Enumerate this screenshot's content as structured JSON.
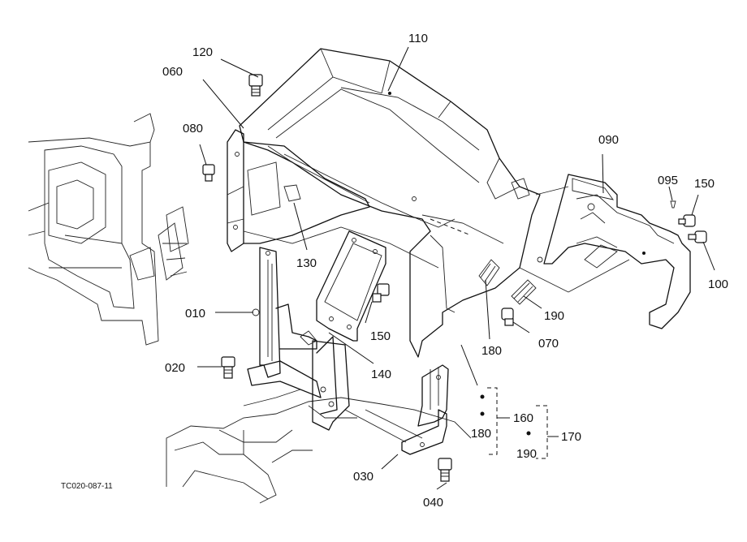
{
  "figure_code": "TC020-087-11",
  "callouts": [
    {
      "id": "110",
      "text": "110"
    },
    {
      "id": "120",
      "text": "120"
    },
    {
      "id": "060",
      "text": "060"
    },
    {
      "id": "080",
      "text": "080"
    },
    {
      "id": "090",
      "text": "090"
    },
    {
      "id": "095",
      "text": "095"
    },
    {
      "id": "150a",
      "text": "150"
    },
    {
      "id": "100",
      "text": "100"
    },
    {
      "id": "130",
      "text": "130"
    },
    {
      "id": "010",
      "text": "010"
    },
    {
      "id": "150b",
      "text": "150"
    },
    {
      "id": "190a",
      "text": "190"
    },
    {
      "id": "070",
      "text": "070"
    },
    {
      "id": "180a",
      "text": "180"
    },
    {
      "id": "140",
      "text": "140"
    },
    {
      "id": "020",
      "text": "020"
    },
    {
      "id": "160",
      "text": "160"
    },
    {
      "id": "180b",
      "text": "180"
    },
    {
      "id": "170",
      "text": "170"
    },
    {
      "id": "190b",
      "text": "190"
    },
    {
      "id": "030",
      "text": "030"
    },
    {
      "id": "040",
      "text": "040"
    }
  ]
}
